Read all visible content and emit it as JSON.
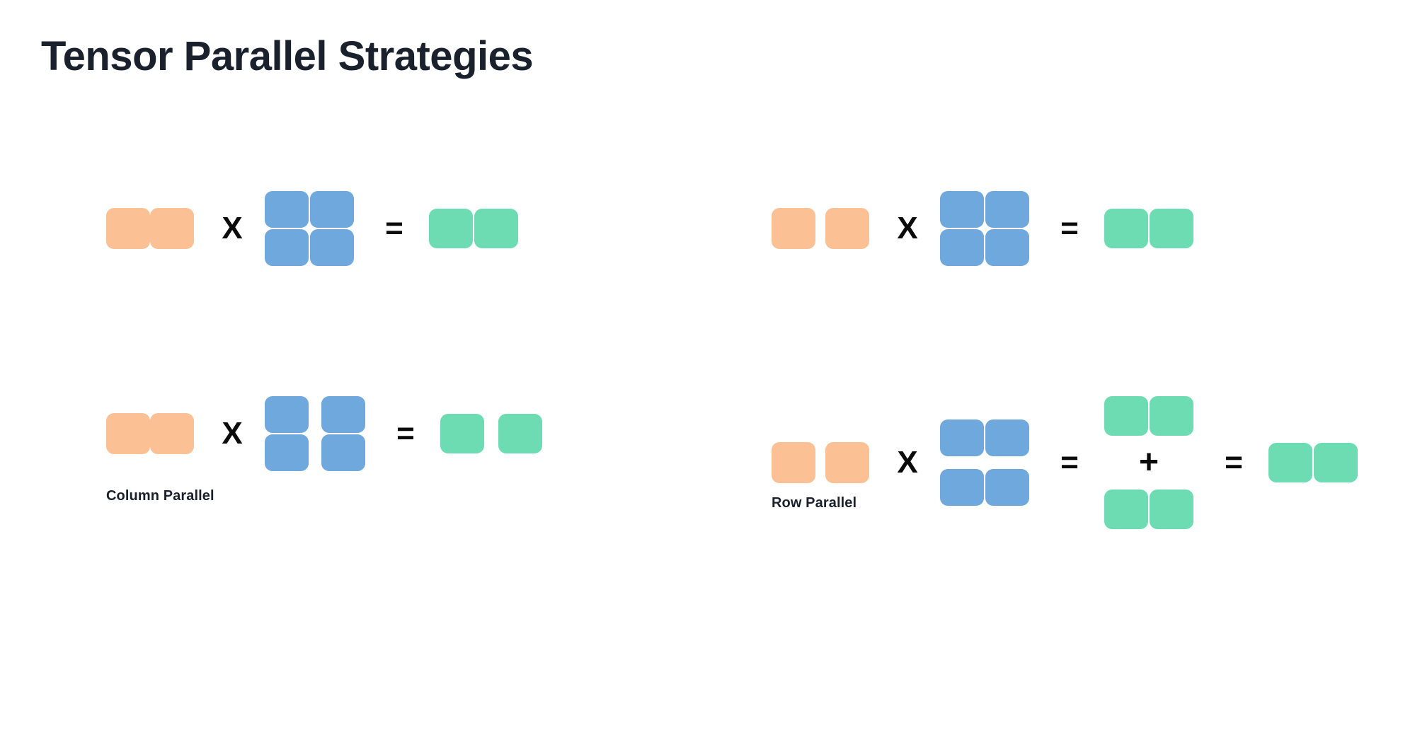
{
  "page": {
    "title": "Tensor Parallel Strategies",
    "background_color": "#ffffff",
    "title_color": "#1a202c"
  },
  "colors": {
    "activation_orange": "#fbc194",
    "weight_blue": "#6fa8dc",
    "output_green": "#6edcb2",
    "operator_black": "#0b0b0b"
  },
  "operators": {
    "multiply": "X",
    "equals": "=",
    "plus": "+"
  },
  "panels": [
    {
      "id": "column-parallel",
      "caption": "Column Parallel",
      "rows": [
        {
          "id": "unsharded",
          "description": "full activation times full weight equals full output",
          "activation": {
            "rows": 1,
            "cols": 2,
            "split": "none",
            "color": "#fbc194"
          },
          "weight": {
            "rows": 2,
            "cols": 2,
            "split": "none",
            "color": "#6fa8dc"
          },
          "output": {
            "rows": 1,
            "cols": 2,
            "split": "none",
            "color": "#6edcb2"
          }
        },
        {
          "id": "sharded",
          "description": "full activation times column-sharded weight equals column-sharded output",
          "activation": {
            "rows": 1,
            "cols": 2,
            "split": "none",
            "color": "#fbc194"
          },
          "weight": {
            "rows": 2,
            "cols": 2,
            "split": "column",
            "color": "#6fa8dc"
          },
          "output": {
            "rows": 1,
            "cols": 2,
            "split": "column",
            "color": "#6edcb2"
          }
        }
      ]
    },
    {
      "id": "row-parallel",
      "caption": "Row Parallel",
      "rows": [
        {
          "id": "unsharded",
          "description": "column-sharded activation times full weight equals full output",
          "activation": {
            "rows": 1,
            "cols": 2,
            "split": "column",
            "color": "#fbc194"
          },
          "weight": {
            "rows": 2,
            "cols": 2,
            "split": "none",
            "color": "#6fa8dc"
          },
          "output": {
            "rows": 1,
            "cols": 2,
            "split": "none",
            "color": "#6edcb2"
          }
        },
        {
          "id": "sharded",
          "description": "column-sharded activation times row-sharded weight equals sum of two partial outputs",
          "activation": {
            "rows": 1,
            "cols": 2,
            "split": "column",
            "color": "#fbc194"
          },
          "weight": {
            "rows": 2,
            "cols": 2,
            "split": "row",
            "color": "#6fa8dc"
          },
          "partial_outputs": [
            {
              "rows": 1,
              "cols": 2,
              "split": "none",
              "color": "#6edcb2"
            },
            {
              "rows": 1,
              "cols": 2,
              "split": "none",
              "color": "#6edcb2"
            }
          ],
          "output": {
            "rows": 1,
            "cols": 2,
            "split": "none",
            "color": "#6edcb2"
          }
        }
      ]
    }
  ]
}
